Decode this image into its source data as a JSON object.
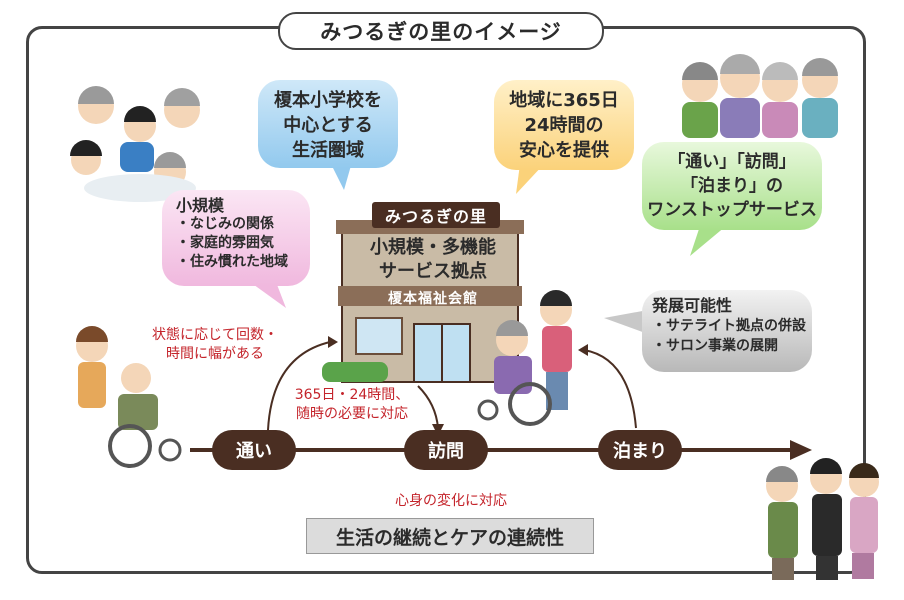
{
  "title": "みつるぎの里のイメージ",
  "bubbles": {
    "blue": [
      "榎本小学校を",
      "中心とする",
      "生活圏域"
    ],
    "orange": [
      "地域に365日",
      "24時間の",
      "安心を提供"
    ],
    "green": [
      "「通い」「訪問」",
      "「泊まり」の",
      "ワンストップサービス"
    ],
    "pink": {
      "heading": "小規模",
      "items": [
        "・なじみの関係",
        "・家庭的雰囲気",
        "・住み慣れた地域"
      ]
    },
    "gray": {
      "heading": "発展可能性",
      "items": [
        "・サテライト拠点の併設",
        "・サロン事業の展開"
      ]
    }
  },
  "building": {
    "sign": "みつるぎの里",
    "name_lines": [
      "小規模・多機能",
      "サービス拠点"
    ],
    "subtitle": "榎本福祉会館"
  },
  "notes": {
    "left": [
      "状態に応じて回数・",
      "時間に幅がある"
    ],
    "center": [
      "365日・24時間、",
      "随時の必要に対応"
    ],
    "bottom": "心身の変化に対応"
  },
  "services": [
    "通い",
    "訪問",
    "泊まり"
  ],
  "bottom_label": "生活の継続とケアの連続性",
  "colors": {
    "accent_dark": "#4a2e22",
    "note_red": "#c4242b"
  }
}
